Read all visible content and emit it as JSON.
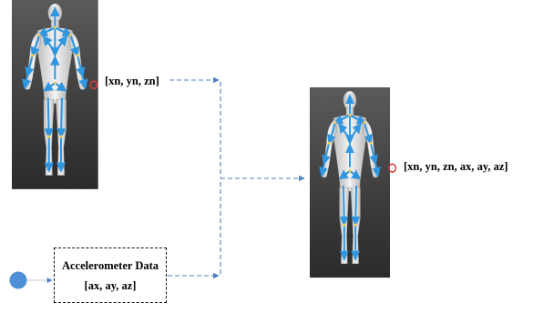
{
  "labels": {
    "joint_coords": "[xn, yn, zn]",
    "fused_coords": "[xn, yn, zn, ax, ay, az]"
  },
  "accelerometer": {
    "title": "Accelerometer Data",
    "values": "[ax, ay, az]"
  },
  "colors": {
    "skeleton": "#2f96e0",
    "arrow": "#4f7fc4",
    "marker": "#d03c3c",
    "source_dot": "#4f8fd6",
    "panel": "#464646"
  }
}
